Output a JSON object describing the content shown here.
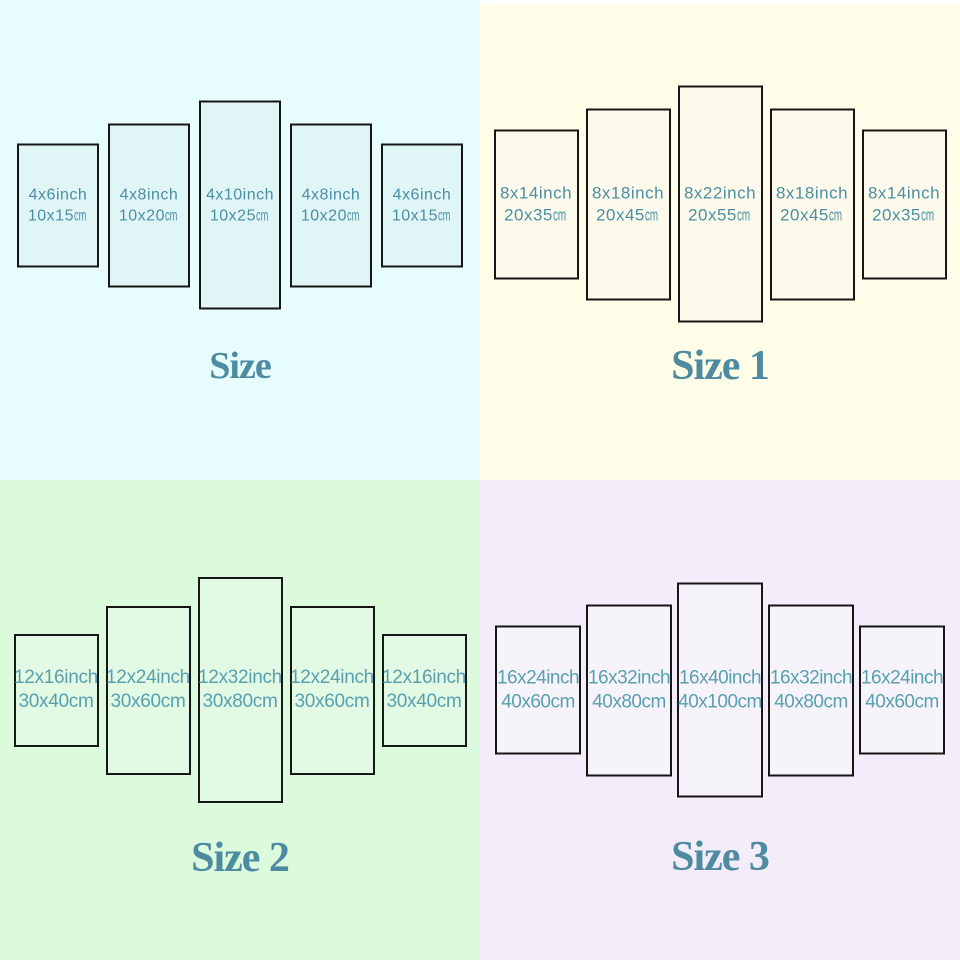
{
  "quadrants": [
    {
      "title": "Size",
      "panels": [
        {
          "inch": "4x6inch",
          "cm": "10x15",
          "cm_unit": "cm"
        },
        {
          "inch": "4x8inch",
          "cm": "10x20",
          "cm_unit": "cm"
        },
        {
          "inch": "4x10inch",
          "cm": "10x25",
          "cm_unit": "cm"
        },
        {
          "inch": "4x8inch",
          "cm": "10x20",
          "cm_unit": "cm"
        },
        {
          "inch": "4x6inch",
          "cm": "10x15",
          "cm_unit": "cm"
        }
      ]
    },
    {
      "title": "Size 1",
      "panels": [
        {
          "inch": "8x14inch",
          "cm": "20x35",
          "cm_unit": "cm"
        },
        {
          "inch": "8x18inch",
          "cm": "20x45",
          "cm_unit": "cm"
        },
        {
          "inch": "8x22inch",
          "cm": "20x55",
          "cm_unit": "cm"
        },
        {
          "inch": "8x18inch",
          "cm": "20x45",
          "cm_unit": "cm"
        },
        {
          "inch": "8x14inch",
          "cm": "20x35",
          "cm_unit": "cm"
        }
      ]
    },
    {
      "title": "Size 2",
      "panels": [
        {
          "inch": "12x16inch",
          "cm": "30x40",
          "cm_unit": "cm"
        },
        {
          "inch": "12x24inch",
          "cm": "30x60",
          "cm_unit": "cm"
        },
        {
          "inch": "12x32inch",
          "cm": "30x80",
          "cm_unit": "cm"
        },
        {
          "inch": "12x24inch",
          "cm": "30x60",
          "cm_unit": "cm"
        },
        {
          "inch": "12x16inch",
          "cm": "30x40",
          "cm_unit": "cm"
        }
      ]
    },
    {
      "title": "Size 3",
      "panels": [
        {
          "inch": "16x24inch",
          "cm": "40x60",
          "cm_unit": "cm"
        },
        {
          "inch": "16x32inch",
          "cm": "40x80",
          "cm_unit": "cm"
        },
        {
          "inch": "16x40inch",
          "cm": "40x100",
          "cm_unit": "cm"
        },
        {
          "inch": "16x32inch",
          "cm": "40x80",
          "cm_unit": "cm"
        },
        {
          "inch": "16x24inch",
          "cm": "40x60",
          "cm_unit": "cm"
        }
      ]
    }
  ],
  "colors": {
    "quadrant_backgrounds": [
      "#e7fdfd",
      "#fffde7",
      "#dcfadc",
      "#f3edf9"
    ],
    "panel_fills": [
      "#e0f5f6",
      "#fdfaeb",
      "#e2f9e4",
      "#f7f3fa"
    ],
    "panel_border": "#161616",
    "panel_text_top_quadrants": "#4a8fa4",
    "panel_text_bottom_quadrants": "#58a0b0",
    "title_text": "#4d8ba1"
  }
}
